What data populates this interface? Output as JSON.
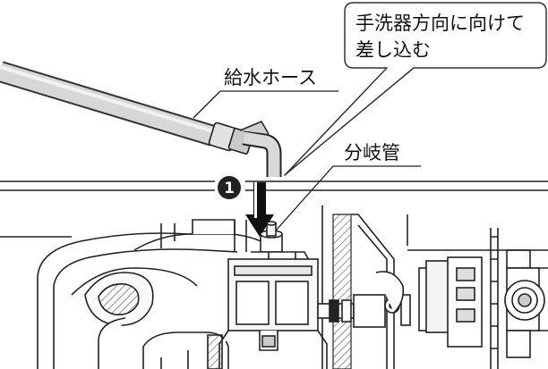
{
  "callout": {
    "line1": "手洗器方向に向けて",
    "line2": "差し込む"
  },
  "labels": {
    "hose": "給水ホース",
    "branch_pipe": "分岐管"
  },
  "step": {
    "number": "1"
  }
}
